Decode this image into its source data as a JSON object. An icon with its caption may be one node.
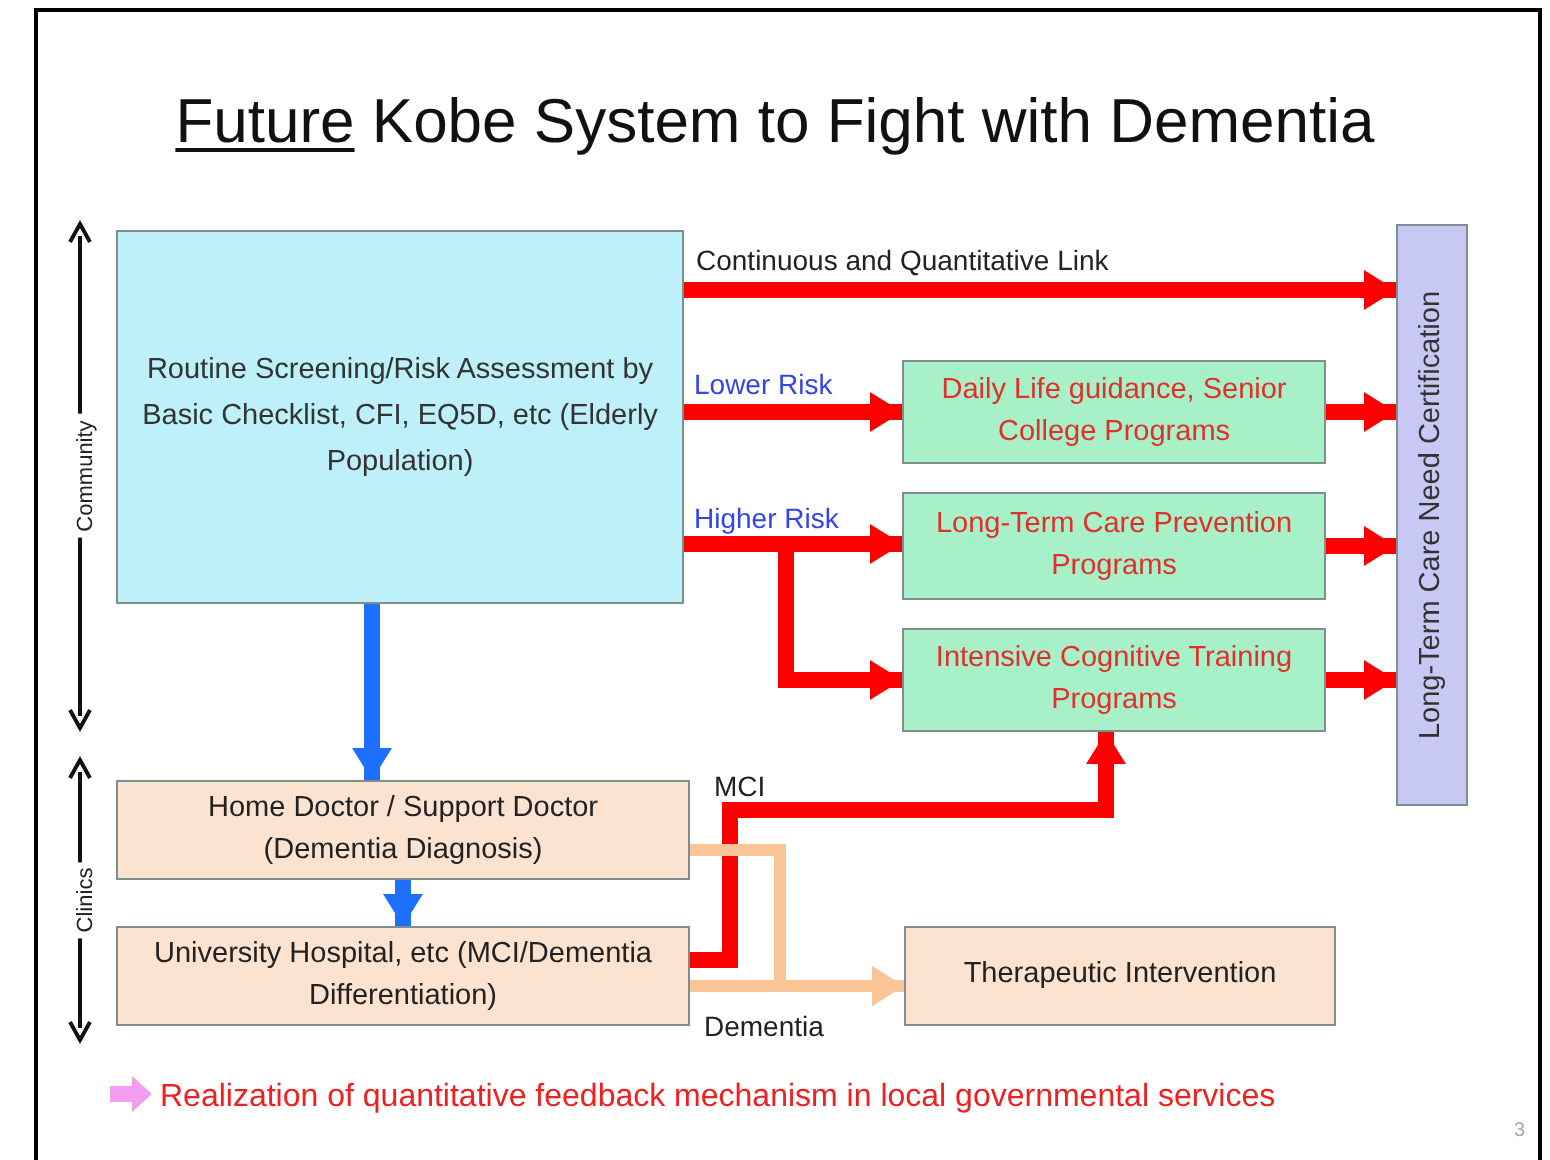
{
  "diagram": {
    "title": "Future Kobe System to Fight with Dementia",
    "nodes": [
      {
        "text": [
          "Routine Screening/Risk Assessment by Basic Checklist, CFI, EQ5D, etc (Elderly Population)"
        ]
      },
      {
        "text": [
          "Daily Life guidance, Senior College Programs"
        ]
      },
      {
        "text": [
          "Long-Term Care Prevention Programs"
        ]
      },
      {
        "text": [
          "Intensive Cognitive Training Programs"
        ]
      },
      {
        "text": [
          "Long-Term Care Need Certification"
        ]
      },
      {
        "text": [
          "Home Doctor / Support Doctor (Dementia Diagnosis)"
        ]
      },
      {
        "text": [
          "University Hospital, etc (MCI/Dementia Differentiation)"
        ]
      },
      {
        "text": [
          "Therapeutic Intervention"
        ]
      }
    ],
    "edges": [
      {
        "from": 0,
        "to": 4,
        "arrow": "to",
        "label": "Continuous and Quantitative Link"
      },
      {
        "from": 0,
        "to": 1,
        "arrow": "to",
        "label": "Lower Risk"
      },
      {
        "from": 0,
        "to": 2,
        "arrow": "to",
        "label": "Higher Risk"
      },
      {
        "from": 0,
        "to": 3,
        "arrow": "to"
      },
      {
        "from": 1,
        "to": 4,
        "arrow": "to"
      },
      {
        "from": 2,
        "to": 4,
        "arrow": "to"
      },
      {
        "from": 3,
        "to": 4,
        "arrow": "to"
      },
      {
        "from": 0,
        "to": 5,
        "arrow": "to",
        "color": "#1f6fff"
      },
      {
        "from": 5,
        "to": 6,
        "arrow": "to",
        "color": "#1f6fff"
      },
      {
        "from": 6,
        "to": 3,
        "arrow": "to",
        "label": "MCI"
      },
      {
        "from": 5,
        "to": 7,
        "arrow": "to",
        "color": "#f9c596"
      },
      {
        "from": 6,
        "to": 7,
        "arrow": "to",
        "color": "#f9c596",
        "label": "Dementia"
      }
    ],
    "labels": [
      "Community",
      "Clinics",
      "Realization of quantitative feedback mechanism in local governmental services",
      "3"
    ]
  }
}
